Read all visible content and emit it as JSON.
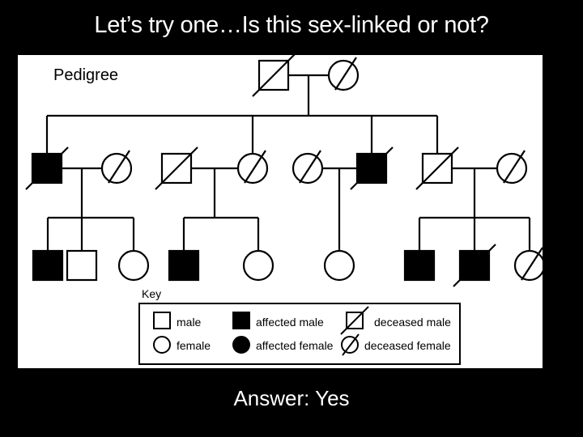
{
  "slide": {
    "title": "Let’s try one…Is this sex-linked or not?",
    "answer": "Answer: Yes",
    "background_color": "#000000",
    "text_color": "#ffffff"
  },
  "pedigree": {
    "caption": "Pedigree",
    "panel_background": "#ffffff",
    "line_color": "#000000",
    "affected_fill": "#000000",
    "unaffected_fill": "#ffffff",
    "generations": [
      {
        "generation": "I",
        "individuals": [
          {
            "id": "I-1",
            "sex": "male",
            "affected": false,
            "deceased": true
          },
          {
            "id": "I-2",
            "sex": "female",
            "affected": false,
            "deceased": true
          }
        ]
      },
      {
        "generation": "II",
        "individuals": [
          {
            "id": "II-1",
            "sex": "male",
            "affected": true,
            "deceased": true
          },
          {
            "id": "II-2",
            "sex": "female",
            "affected": false,
            "deceased": true
          },
          {
            "id": "II-3",
            "sex": "male",
            "affected": false,
            "deceased": true
          },
          {
            "id": "II-4",
            "sex": "female",
            "affected": false,
            "deceased": true
          },
          {
            "id": "II-5",
            "sex": "female",
            "affected": false,
            "deceased": true
          },
          {
            "id": "II-6",
            "sex": "male",
            "affected": true,
            "deceased": true
          },
          {
            "id": "II-7",
            "sex": "male",
            "affected": false,
            "deceased": true
          },
          {
            "id": "II-8",
            "sex": "female",
            "affected": false,
            "deceased": true
          }
        ]
      },
      {
        "generation": "III",
        "individuals": [
          {
            "id": "III-1",
            "sex": "male",
            "affected": true,
            "deceased": false
          },
          {
            "id": "III-2",
            "sex": "male",
            "affected": false,
            "deceased": false
          },
          {
            "id": "III-3",
            "sex": "female",
            "affected": false,
            "deceased": false
          },
          {
            "id": "III-4",
            "sex": "male",
            "affected": true,
            "deceased": false
          },
          {
            "id": "III-5",
            "sex": "female",
            "affected": false,
            "deceased": false
          },
          {
            "id": "III-6",
            "sex": "female",
            "affected": false,
            "deceased": false
          },
          {
            "id": "III-7",
            "sex": "male",
            "affected": true,
            "deceased": false
          },
          {
            "id": "III-8",
            "sex": "male",
            "affected": true,
            "deceased": true
          },
          {
            "id": "III-9",
            "sex": "female",
            "affected": false,
            "deceased": true
          }
        ]
      }
    ]
  },
  "key": {
    "caption": "Key",
    "entries": [
      {
        "symbol": "open-square",
        "label": "male"
      },
      {
        "symbol": "filled-square",
        "label": "affected male"
      },
      {
        "symbol": "slashed-square",
        "label": "deceased male"
      },
      {
        "symbol": "open-circle",
        "label": "female"
      },
      {
        "symbol": "filled-circle",
        "label": "affected female"
      },
      {
        "symbol": "slashed-circle",
        "label": "deceased female"
      }
    ]
  }
}
